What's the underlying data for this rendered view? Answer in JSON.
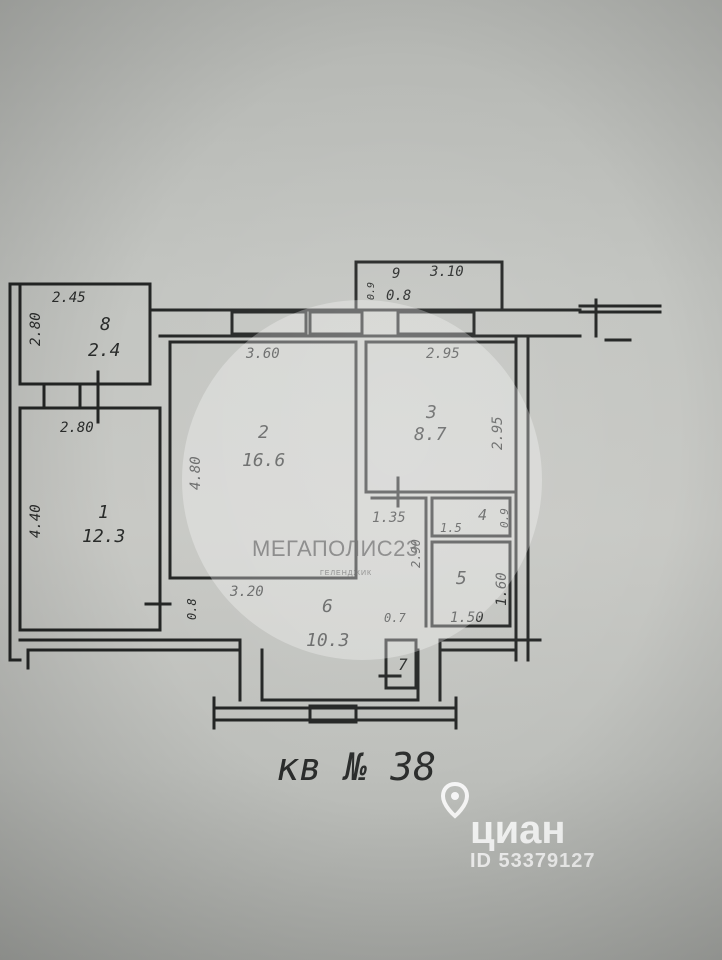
{
  "plan": {
    "caption": "кв № 38",
    "rooms": [
      {
        "number": "1",
        "area": "12.3"
      },
      {
        "number": "2",
        "area": "16.6"
      },
      {
        "number": "3",
        "area": "8.7"
      },
      {
        "number": "4",
        "area": ""
      },
      {
        "number": "5",
        "area": ""
      },
      {
        "number": "6",
        "area": "10.3"
      },
      {
        "number": "7",
        "area": ""
      },
      {
        "number": "8",
        "area": "2.4"
      },
      {
        "number": "9",
        "area": "0.8"
      }
    ],
    "dimensions": {
      "r8_top": "2.45",
      "r8_side": "2.80",
      "r1_top": "2.80",
      "r1_side": "4.40",
      "r2_top": "3.60",
      "r2_side": "4.80",
      "r2_bottom": "3.20",
      "r3_top": "2.95",
      "r3_side": "2.95",
      "r9_top": "3.10",
      "r9_side": "0.9",
      "r4_left": "1.35",
      "r4_a": "1.5",
      "r4_b": "0.9",
      "hall_side": "2.90",
      "r5_bottom": "1.50",
      "r5_side": "1.60",
      "r6_small": "0.7",
      "r1_door": "0.8"
    }
  },
  "watermark": {
    "brand": "МЕГАПОЛИС23",
    "sub": "ГЕЛЕНДЖИК"
  },
  "listing": {
    "site": "циан",
    "id": "ID 53379127"
  }
}
